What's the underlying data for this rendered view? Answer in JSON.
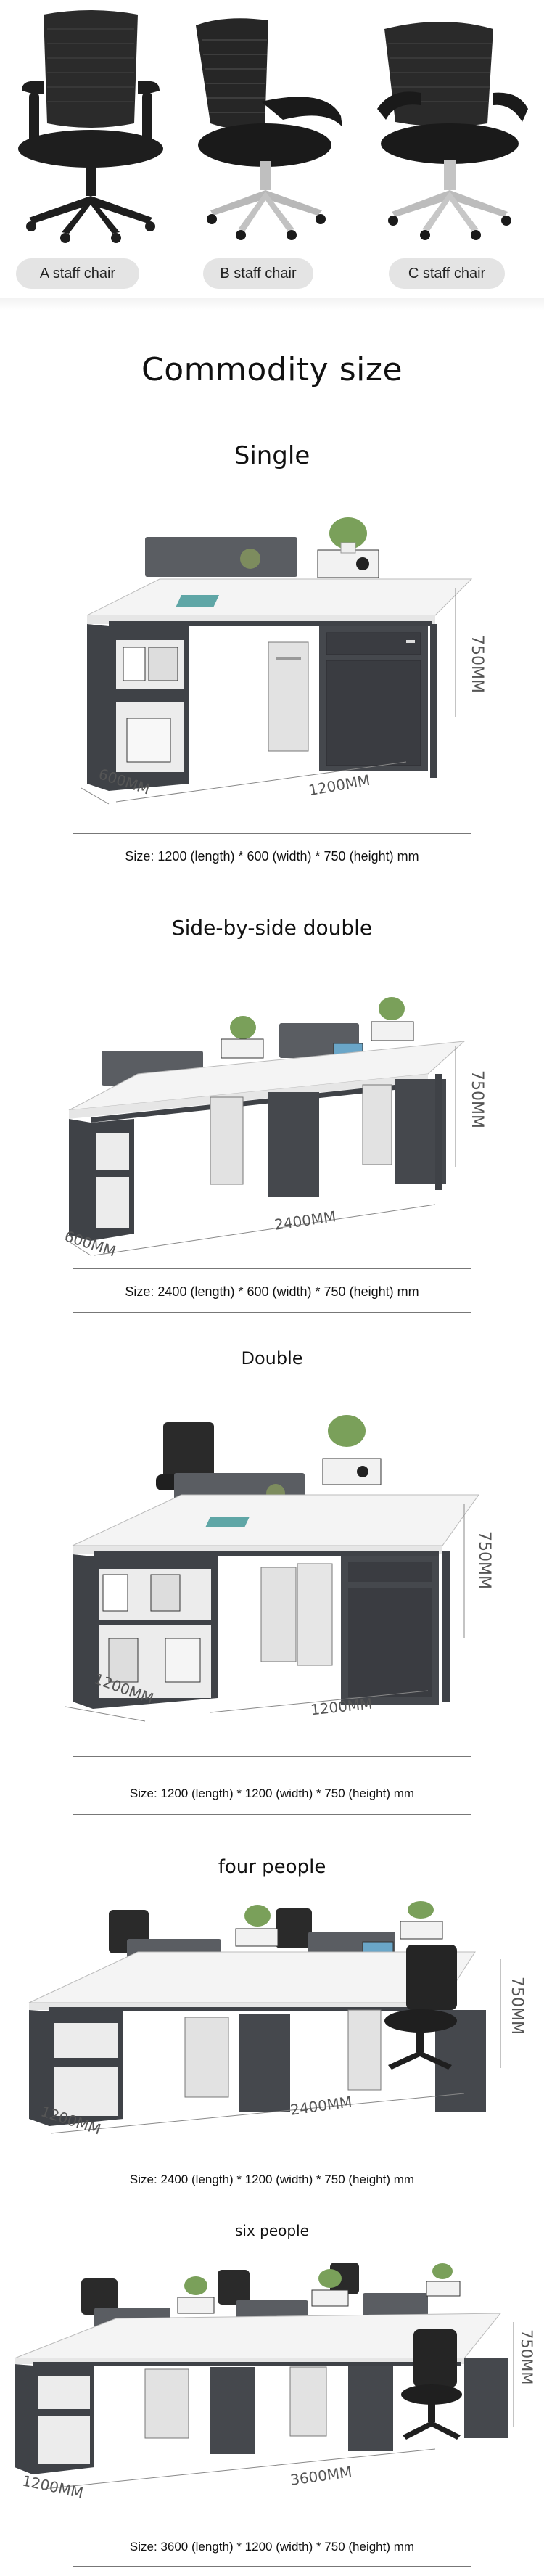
{
  "chairs": [
    {
      "label": "A staff chair"
    },
    {
      "label": "B staff chair"
    },
    {
      "label": "C staff chair"
    }
  ],
  "title": "Commodity size",
  "sections": [
    {
      "heading": "Single",
      "dim_length": "1200MM",
      "dim_width": "600MM",
      "dim_height": "750MM",
      "size": "Size: 1200 (length) * 600 (width) * 750 (height) mm"
    },
    {
      "heading": "Side-by-side double",
      "dim_length": "2400MM",
      "dim_width": "600MM",
      "dim_height": "750MM",
      "size": "Size: 2400 (length) * 600 (width) * 750 (height) mm"
    },
    {
      "heading": "Double",
      "dim_length": "1200MM",
      "dim_width": "1200MM",
      "dim_height": "750MM",
      "size": "Size: 1200 (length) * 1200 (width) * 750 (height) mm"
    },
    {
      "heading": "four people",
      "dim_length": "2400MM",
      "dim_width": "1200MM",
      "dim_height": "750MM",
      "size": "Size: 2400 (length) * 1200 (width) * 750 (height) mm"
    },
    {
      "heading": "six people",
      "dim_length": "3600MM",
      "dim_width": "1200MM",
      "dim_height": "750MM",
      "size": "Size: 3600 (length) * 1200 (width) * 750 (height) mm"
    }
  ],
  "colors": {
    "desk_top": "#f4f4f4",
    "desk_dark": "#4a4d52",
    "cabinet": "#3f4247",
    "pill": "#e4e4e4",
    "plant": "#7aa05a"
  }
}
